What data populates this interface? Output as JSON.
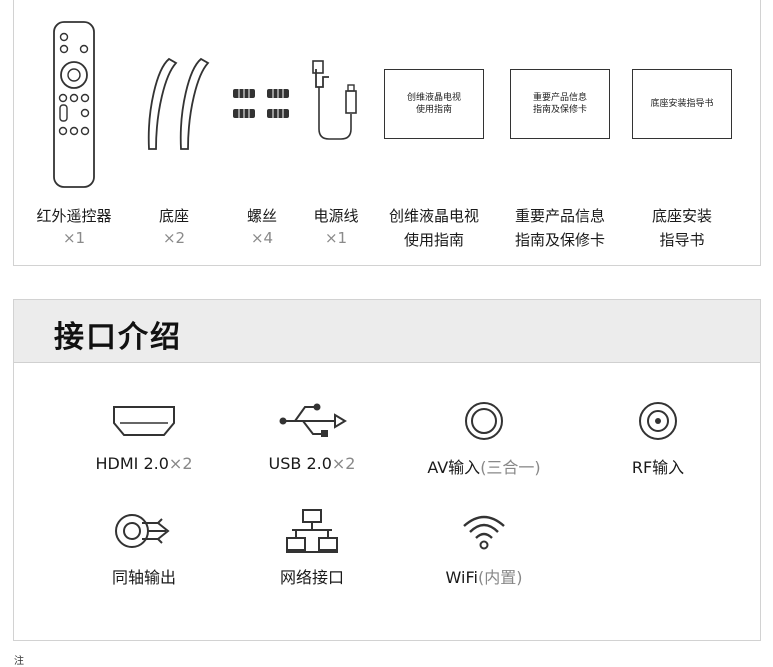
{
  "accessories": [
    {
      "id": "remote",
      "name": "红外遥控器",
      "qty": "×1"
    },
    {
      "id": "stand",
      "name": "底座",
      "qty": "×2"
    },
    {
      "id": "screws",
      "name": "螺丝",
      "qty": "×4"
    },
    {
      "id": "power",
      "name": "电源线",
      "qty": "×1"
    },
    {
      "id": "manual",
      "name": "创维液晶电视",
      "name2": "使用指南",
      "booklet": [
        "创维液晶电视",
        "使用指南"
      ]
    },
    {
      "id": "warranty",
      "name": "重要产品信息",
      "name2": "指南及保修卡",
      "booklet": [
        "重要产品信息",
        "指南及保修卡"
      ]
    },
    {
      "id": "base",
      "name": "底座安装",
      "name2": "指导书",
      "booklet": [
        "底座安装指导书"
      ]
    }
  ],
  "interfaces": {
    "title": "接口介绍",
    "ports": [
      {
        "icon": "hdmi-icon",
        "label": "HDMI 2.0",
        "suffix": "×2"
      },
      {
        "icon": "usb-icon",
        "label": "USB 2.0",
        "suffix": "×2"
      },
      {
        "icon": "av-icon",
        "label": "AV输入",
        "suffix": "(三合一)"
      },
      {
        "icon": "rf-icon",
        "label": "RF输入",
        "suffix": ""
      },
      {
        "icon": "coaxial-icon",
        "label": "同轴输出",
        "suffix": ""
      },
      {
        "icon": "network-icon",
        "label": "网络接口",
        "suffix": ""
      },
      {
        "icon": "wifi-icon",
        "label": "WiFi",
        "suffix": "(内置)"
      }
    ]
  },
  "footer_fragment": "注"
}
